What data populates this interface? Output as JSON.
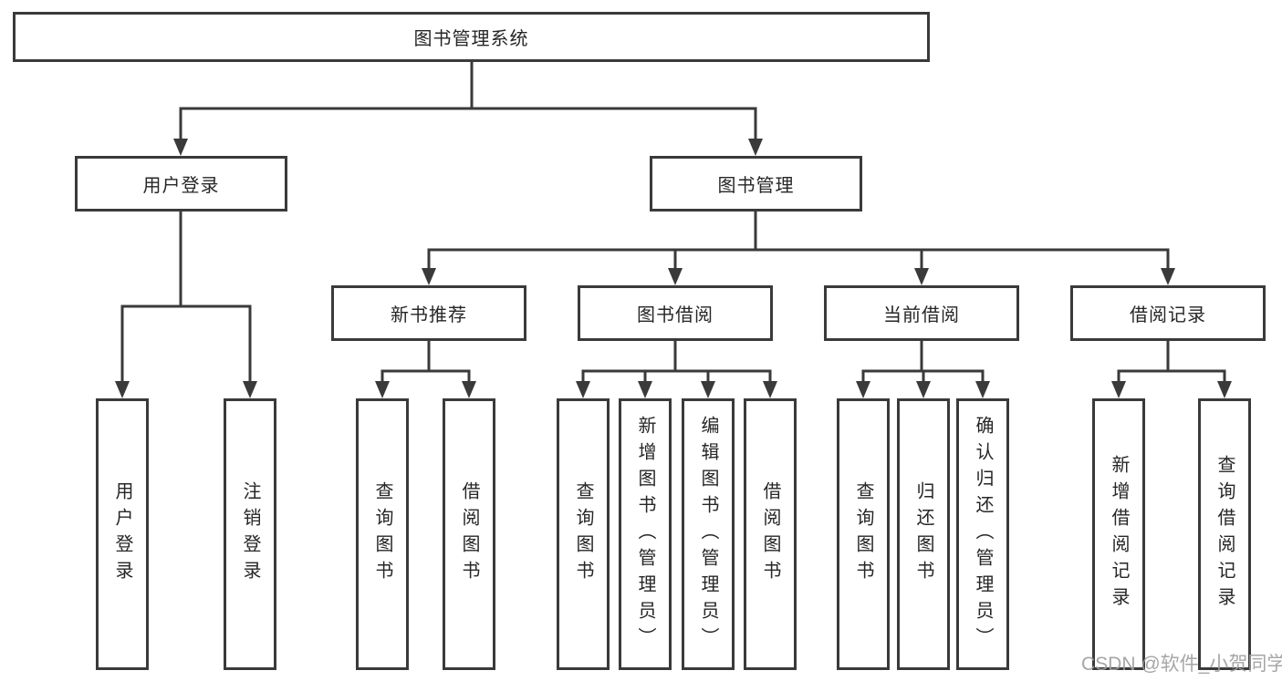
{
  "diagram": {
    "watermark": "CSDN @软件_小贺同学",
    "line_color": "#3a3a3a",
    "nodes": {
      "root": {
        "label": "图书管理系统"
      },
      "user_login": {
        "label": "用户登录"
      },
      "book_mgmt": {
        "label": "图书管理"
      },
      "login": {
        "label": "用户登录"
      },
      "logout": {
        "label": "注销登录"
      },
      "new_book_rec": {
        "label": "新书推荐"
      },
      "book_borrow": {
        "label": "图书借阅"
      },
      "current_borrow": {
        "label": "当前借阅"
      },
      "borrow_records": {
        "label": "借阅记录"
      },
      "query_book_rec": {
        "label": "查询图书"
      },
      "borrow_book_rec": {
        "label": "借阅图书"
      },
      "query_book_borrow": {
        "label": "查询图书"
      },
      "add_book_admin": {
        "label": "新增图书（管理员）"
      },
      "edit_book_admin": {
        "label": "编辑图书（管理员）"
      },
      "borrow_book_borrow": {
        "label": "借阅图书"
      },
      "query_book_current": {
        "label": "查询图书"
      },
      "return_book": {
        "label": "归还图书"
      },
      "confirm_return_admin": {
        "label": "确认归还（管理员）"
      },
      "add_borrow_record": {
        "label": "新增借阅记录"
      },
      "query_borrow_record": {
        "label": "查询借阅记录"
      }
    }
  }
}
